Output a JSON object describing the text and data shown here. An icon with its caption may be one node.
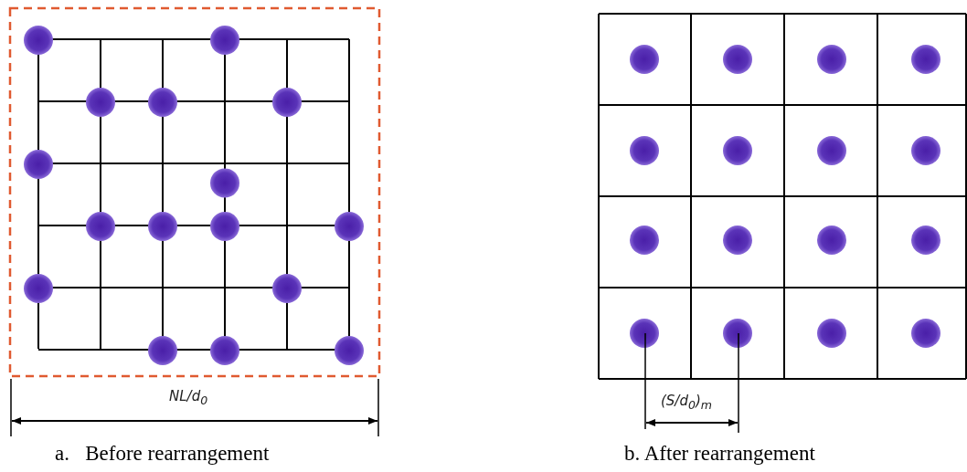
{
  "diagram": {
    "labels": [
      "NL/d$_{0}$",
      "(S/d$_{0}$)$_{m}$",
      "a.   Before rearrangement",
      "b. After rearrangement"
    ]
  }
}
